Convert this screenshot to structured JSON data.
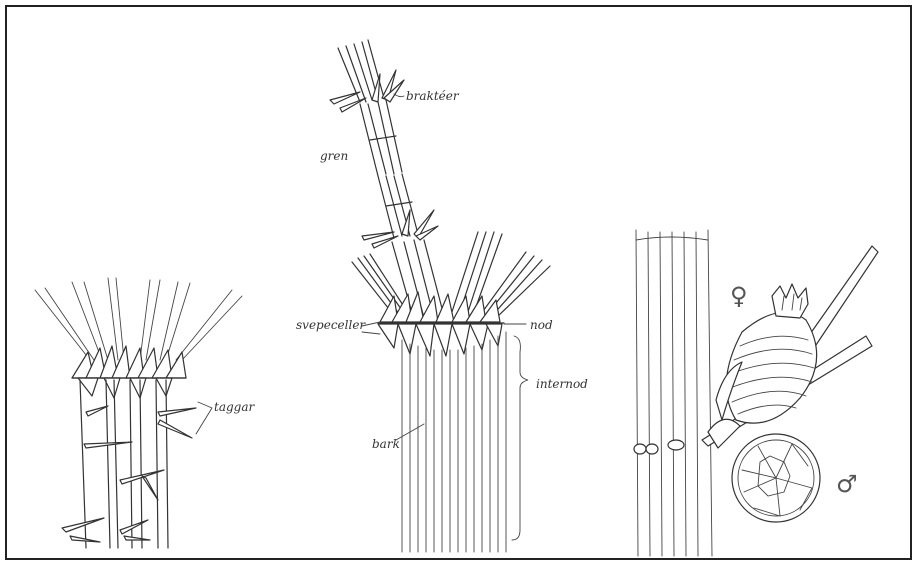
{
  "labels": {
    "brakteer": "braktéer",
    "gren": "gren",
    "svepeceller": "svepeceller",
    "nod": "nod",
    "internod": "internod",
    "bark": "bark",
    "taggar": "taggar",
    "female": "♀",
    "male": "♂"
  },
  "colors": {
    "ink": "#333333",
    "background": "#ffffff",
    "border": "#222222"
  }
}
